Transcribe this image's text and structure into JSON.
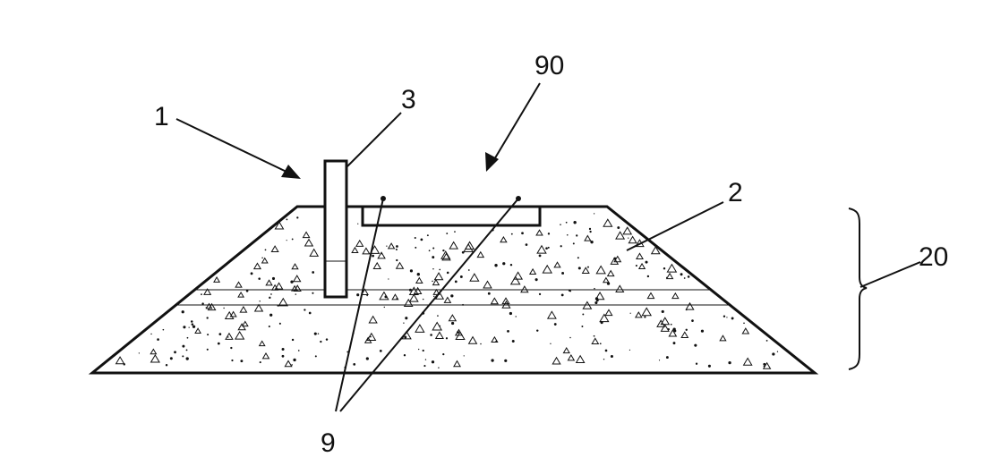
{
  "labels": {
    "ref_1": "1",
    "ref_3": "3",
    "ref_90": "90",
    "ref_2": "2",
    "ref_20": "20",
    "ref_9": "9"
  },
  "colors": {
    "ink": "#111111",
    "background": "#ffffff"
  }
}
